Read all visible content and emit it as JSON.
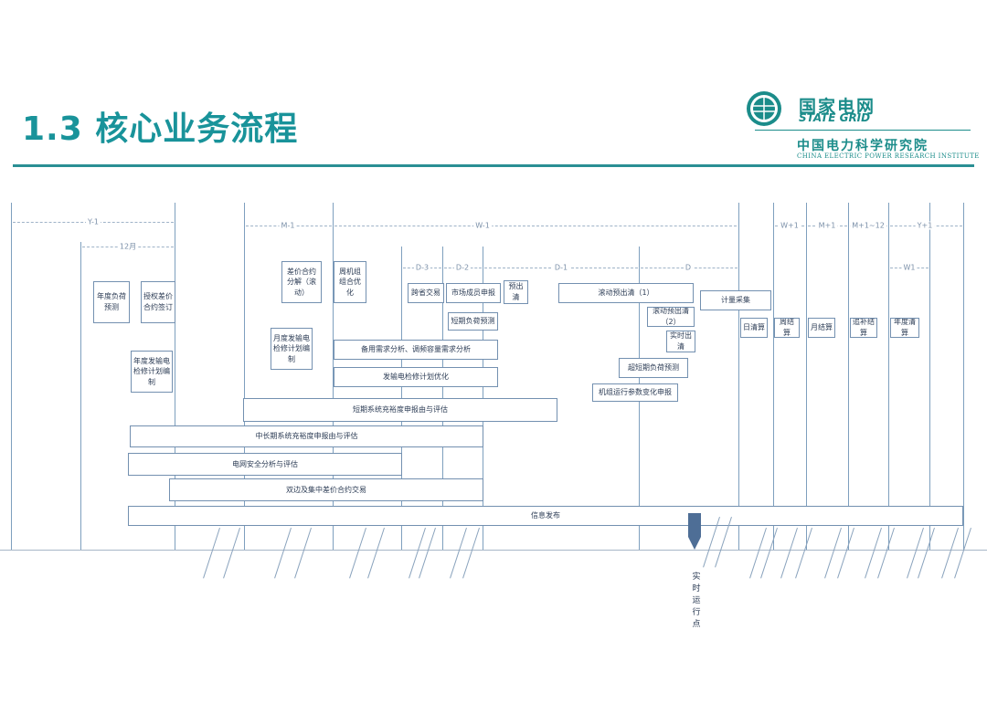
{
  "header": {
    "title": "1.3 核心业务流程",
    "logo_cn": "国家电网",
    "logo_en": "STATE GRID",
    "institute_cn": "中国电力科学研究院",
    "institute_en": "CHINA ELECTRIC POWER RESEARCH INSTITUTE"
  },
  "periods": {
    "y1": "Y-1",
    "m12": "12月",
    "m1": "M-1",
    "w1": "W-1",
    "d3": "D-3",
    "d2": "D-2",
    "d1": "D-1",
    "d0": "D",
    "wp1": "W+1",
    "mp1": "M+1",
    "mp12": "M+1~12",
    "yp1": "Y+1",
    "w1b": "W1"
  },
  "boxes": {
    "annual_load_forecast": "年度负荷预测",
    "authorized_contract": "授权差价合约签订",
    "annual_maintenance": "年度发输电检修计划编制",
    "contract_decompose": "差价合约分解（滚动）",
    "weekly_unit_commit": "周机组组合优化",
    "monthly_maintenance": "月度发输电检修计划编制",
    "reserve_analysis": "备用需求分析、调频容量需求分析",
    "maintenance_optimize": "发输电检修计划优化",
    "short_adequacy": "短期系统充裕度申报由与评估",
    "mid_long_adequacy": "中长期系统充裕度申报由与评估",
    "security_analysis": "电网安全分析与评估",
    "bilateral_trading": "双边及集中差价合约交易",
    "info_publish": "信息发布",
    "cross_province": "跨省交易",
    "member_declare": "市场成员申报",
    "pre_clear": "预出清",
    "short_load_forecast": "短期负荷预测",
    "rolling_pre_clear_1": "滚动预出清（1）",
    "rolling_pre_clear_2": "滚动预出清（2）",
    "realtime_clear": "实时出清",
    "ultra_short_forecast": "超短期负荷预测",
    "unit_param_change": "机组运行参数变化申报",
    "metering": "计量采集",
    "daily_settle": "日清算",
    "weekly_settle": "周结算",
    "monthly_settle": "月结算",
    "supplement_settle": "追补结算",
    "annual_settle": "年度清算"
  },
  "realtime_label": "实时运行点",
  "colors": {
    "title": "#19939a",
    "rule": "#2a8f94",
    "line": "#7e9fbe",
    "marker": "#4e6e96"
  }
}
